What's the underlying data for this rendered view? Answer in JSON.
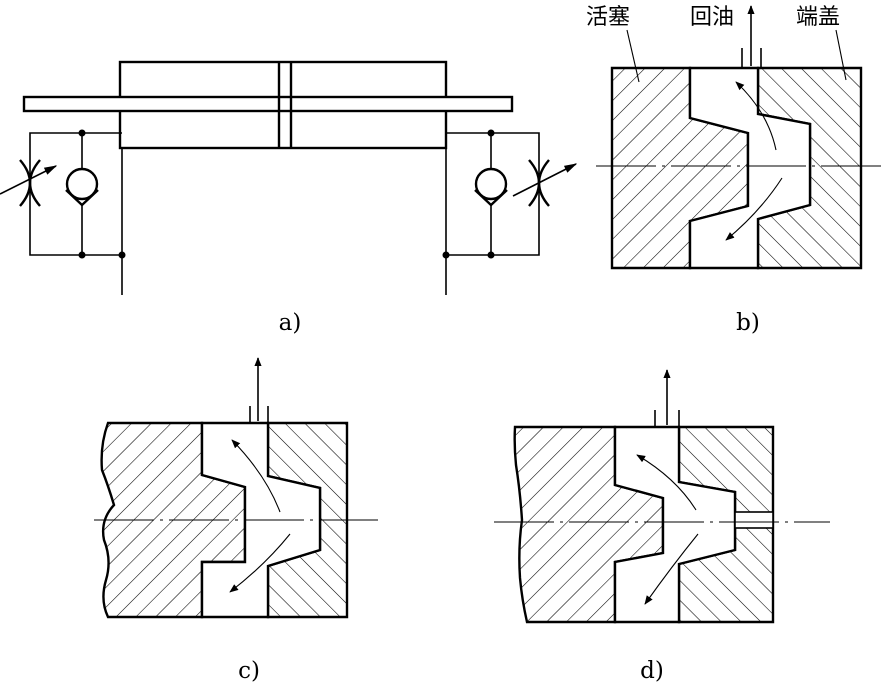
{
  "panels": {
    "a": {
      "caption": "a)"
    },
    "b": {
      "caption": "b)",
      "labels": {
        "piston": "活塞",
        "return_oil": "回油",
        "end_cap": "端盖"
      }
    },
    "c": {
      "caption": "c)"
    },
    "d": {
      "caption": "d)"
    }
  },
  "icons": {
    "throttle": "variable-throttle-icon",
    "check_valve": "check-valve-icon",
    "flow_arrow": "flow-arrow-icon"
  }
}
